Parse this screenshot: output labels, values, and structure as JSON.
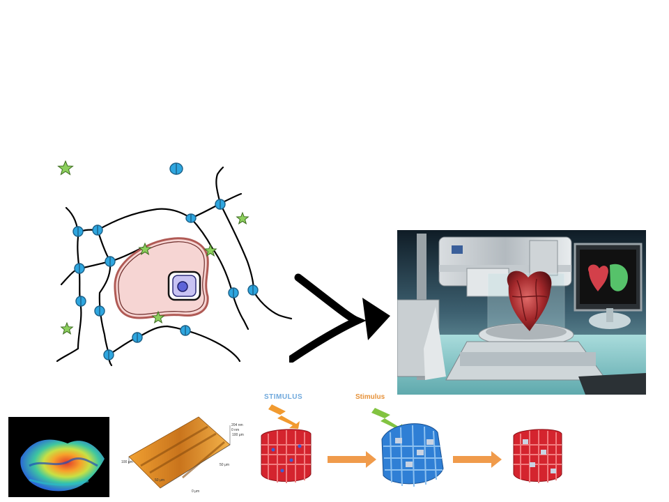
{
  "labels": {
    "stimulus_upper": "STIMULUS",
    "stimulus_lower": "Stimulus"
  },
  "afm_panel": {
    "z_top": "204 nm",
    "z_zero": "0 nm",
    "y_max": "100 μm",
    "y_mid": "50 μm",
    "y_zero": "0 μm",
    "x_max": "100 μm",
    "x_mid": "50 μm"
  },
  "colors": {
    "fiber": "#000000",
    "bead_fill": "#2ea6df",
    "bead_stroke": "#1b5f86",
    "star_fill": "#8ccf5d",
    "cell_fill": "#f6d5d3",
    "cell_stroke": "#b05a55",
    "nucleus_fill": "#c8c3f3",
    "nucleus_core": "#5d63d8",
    "arrow": "#000000",
    "small_arrow": "#f09b4b",
    "hydrogel_red": "#d4242e",
    "hydrogel_blue": "#2f7fd5",
    "lightning": "#f19a2f",
    "lightning_green": "#82c341"
  }
}
